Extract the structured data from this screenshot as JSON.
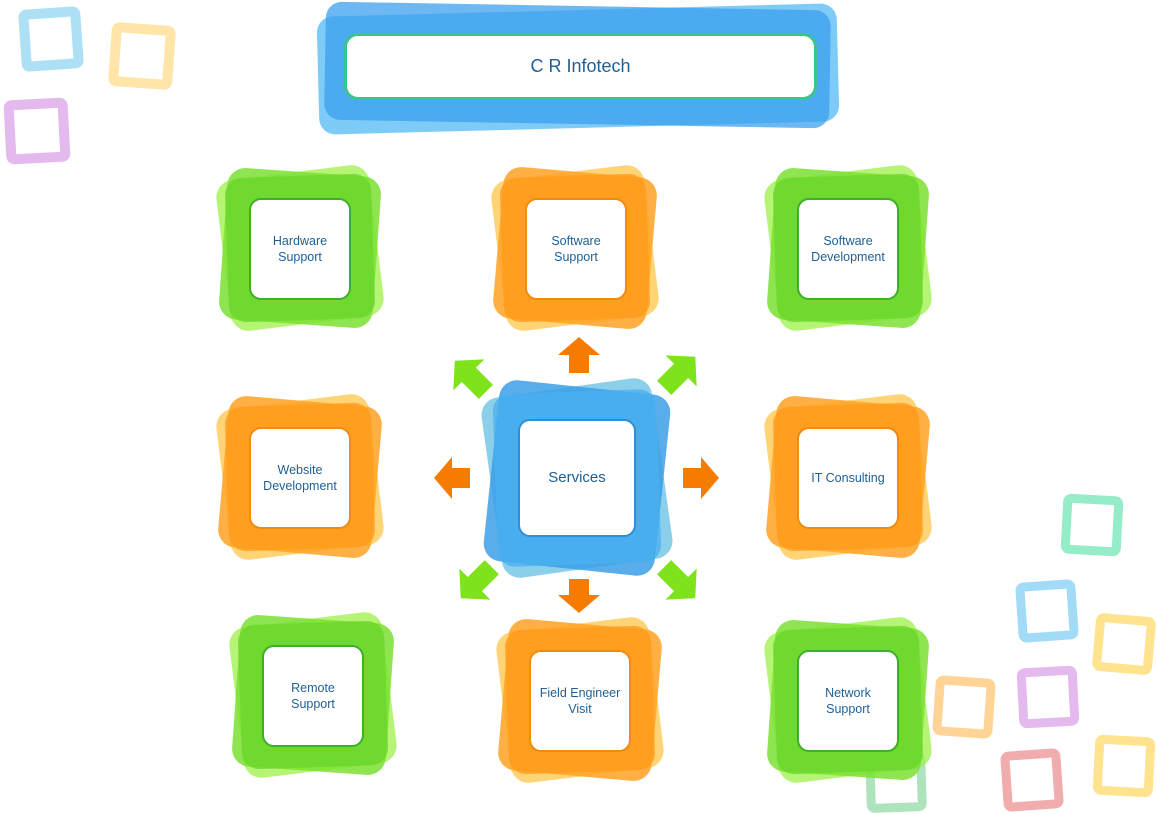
{
  "title": "C R Infotech",
  "center": {
    "label": "Services"
  },
  "services": [
    {
      "id": "hardware-support",
      "label": "Hardware\nSupport",
      "color": "green"
    },
    {
      "id": "software-support",
      "label": "Software\nSupport",
      "color": "orange"
    },
    {
      "id": "software-development",
      "label": "Software\nDevelopment",
      "color": "green"
    },
    {
      "id": "website-development",
      "label": "Website\nDevelopment",
      "color": "orange"
    },
    {
      "id": "it-consulting",
      "label": "IT Consulting",
      "color": "orange"
    },
    {
      "id": "remote-support",
      "label": "Remote\nSupport",
      "color": "green"
    },
    {
      "id": "field-engineer-visit",
      "label": "Field Engineer\nVisit",
      "color": "orange"
    },
    {
      "id": "network-support",
      "label": "Network\nSupport",
      "color": "green"
    }
  ],
  "colors": {
    "green": "#7be032",
    "orange": "#ff9a1a",
    "blue": "#3b9fe6",
    "arrow_orange": "#f57c00",
    "arrow_green": "#7ee31a",
    "text": "#1f5f95"
  }
}
